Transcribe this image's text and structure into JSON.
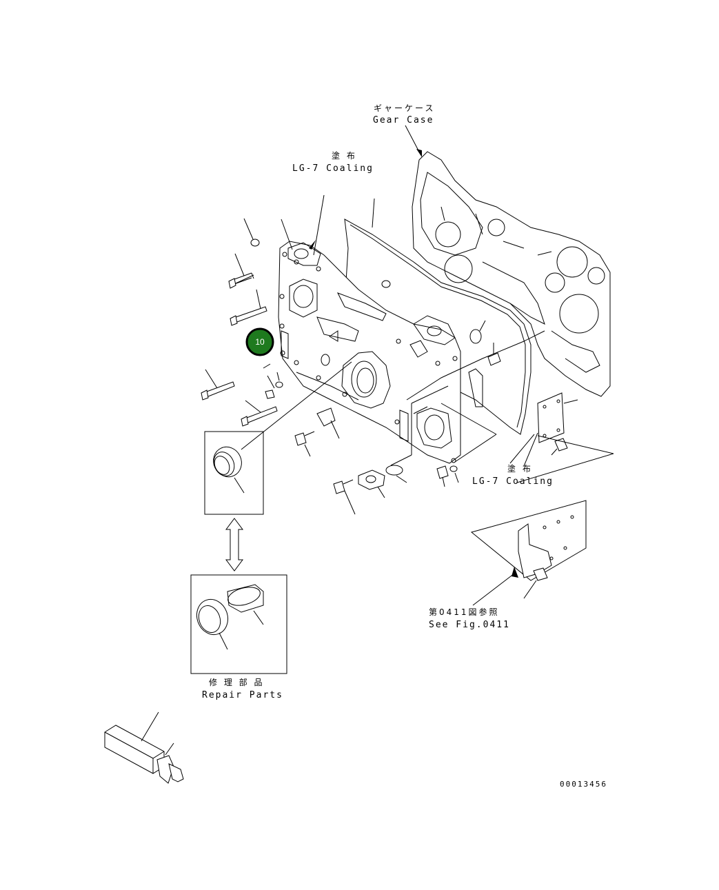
{
  "labels": {
    "gear_case_jp": "ギャーケース",
    "gear_case_en": "Gear Case",
    "coating_top_jp": "塗 布",
    "coating_top_en": "LG-7 Coaling",
    "coating_right_jp": "塗 布",
    "coating_right_en": "LG-7 Coaling",
    "see_fig_jp": "第0411図参照",
    "see_fig_en": "See Fig.0411",
    "repair_jp": "修 理 部 品",
    "repair_en": "Repair Parts",
    "drawing_number": "00013456"
  },
  "callout": {
    "number": "10",
    "color": "#1e7a1e",
    "ring_color": "#000000"
  }
}
